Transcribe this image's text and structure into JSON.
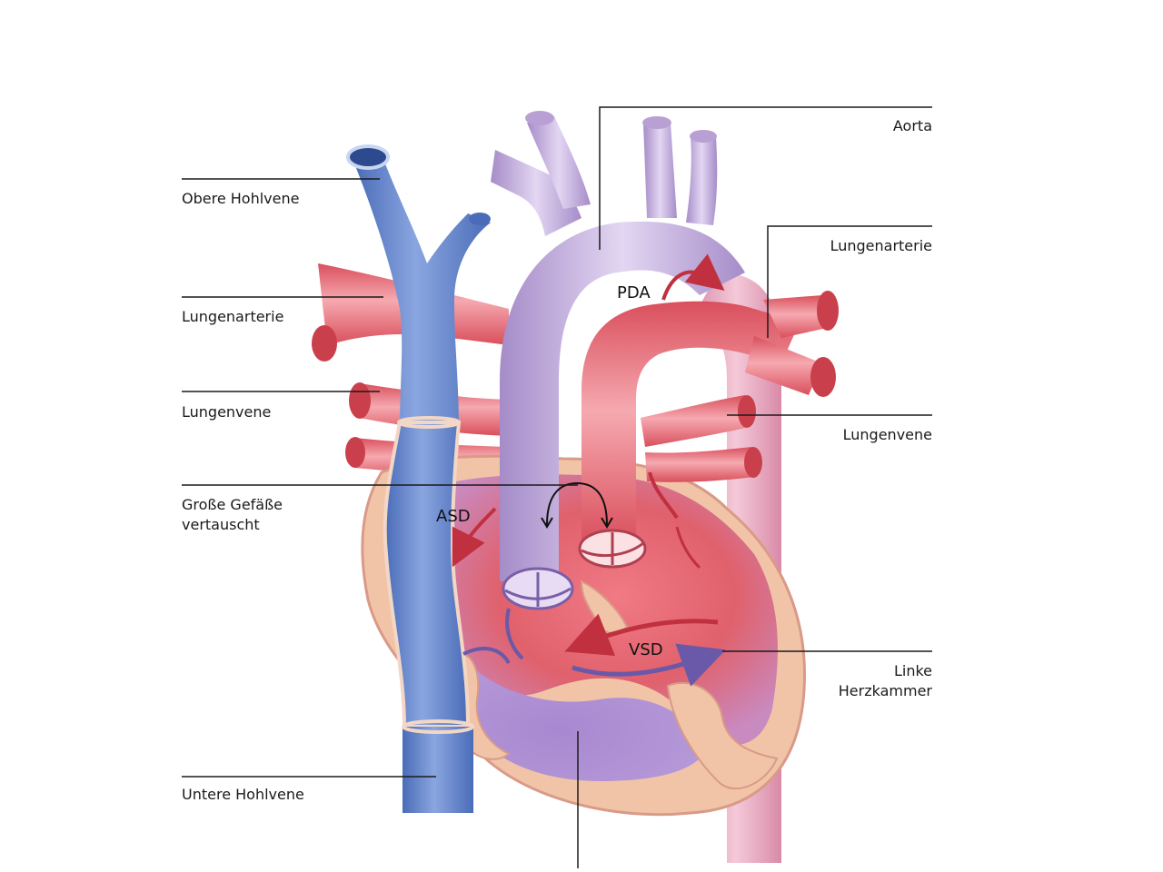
{
  "labels": {
    "left": {
      "superior_vena_cava": "Obere Hohlvene",
      "pulmonary_artery": "Lungenarterie",
      "pulmonary_vein": "Lungenvene",
      "transposition_line1": "Große Gefäße",
      "transposition_line2": "vertauscht",
      "inferior_vena_cava": "Untere Hohlvene"
    },
    "right": {
      "aorta": "Aorta",
      "pulmonary_artery": "Lungenarterie",
      "pulmonary_vein": "Lungenvene",
      "left_ventricle_line1": "Linke",
      "left_ventricle_line2": "Herzkammer"
    },
    "defects": {
      "pda": "PDA",
      "asd": "ASD",
      "vsd": "VSD"
    }
  },
  "colors": {
    "venous_blue": "#5b7fc8",
    "arterial_red": "#e0616c",
    "mixed_purple": "#b9a0d4",
    "myocardium": "#f1c4a8",
    "leader_line": "#1a1a1a"
  }
}
